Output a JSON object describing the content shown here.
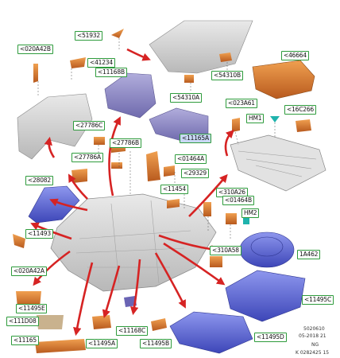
{
  "parts": [
    {
      "code": "<51932"
    },
    {
      "code": "<020A42B"
    },
    {
      "code": "<41234"
    },
    {
      "code": "<11168B"
    },
    {
      "code": "<54310B"
    },
    {
      "code": "<46664"
    },
    {
      "code": "<54310A"
    },
    {
      "code": "<023A61"
    },
    {
      "code": "<16C266"
    },
    {
      "code": "HM1"
    },
    {
      "code": "<27786C"
    },
    {
      "code": "<11165A"
    },
    {
      "code": "<27786B"
    },
    {
      "code": "<27786A"
    },
    {
      "code": "<01464A"
    },
    {
      "code": "<29329"
    },
    {
      "code": "<28082"
    },
    {
      "code": "<11454"
    },
    {
      "code": "<310A26"
    },
    {
      "code": "<01464B"
    },
    {
      "code": "HM2"
    },
    {
      "code": "<11493"
    },
    {
      "code": "1A462"
    },
    {
      "code": "<310A58"
    },
    {
      "code": "<020A42A"
    },
    {
      "code": "<11495C"
    },
    {
      "code": "<11495E"
    },
    {
      "code": "<111D08"
    },
    {
      "code": "<11168C"
    },
    {
      "code": "<11495D"
    },
    {
      "code": "<11165"
    },
    {
      "code": "<11495A"
    },
    {
      "code": "<11495B"
    }
  ],
  "stamp": [
    "5020610",
    "05-2018 21",
    "NG",
    "K 0282425 15"
  ],
  "colors": {
    "label_border": "#2e9b3c",
    "highlight_label_bg": "#c9d8f5",
    "arrow": "#d62323",
    "orange_part": "#d9782e",
    "blue_part": "#5a68d6",
    "purple_part": "#8a86c6",
    "grey_body": "#cfcfcf"
  }
}
